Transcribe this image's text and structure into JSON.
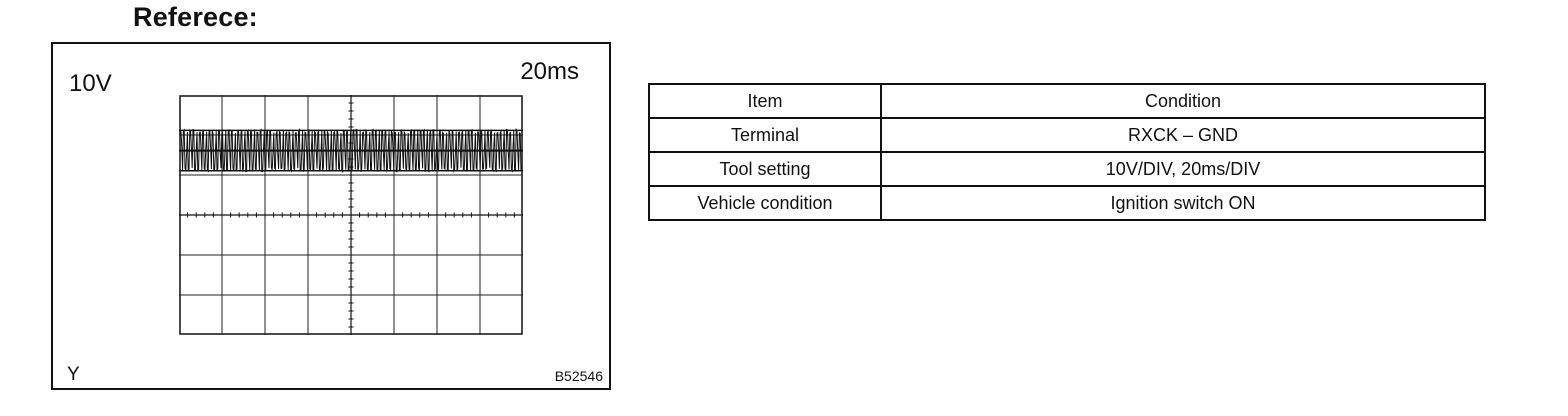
{
  "title": "Referece:",
  "scope": {
    "voltage_label": "10V",
    "time_label": "20ms",
    "channel_label": "Y",
    "figure_code": "B52546"
  },
  "table": {
    "header": {
      "item": "Item",
      "condition": "Condition"
    },
    "rows": [
      {
        "item": "Terminal",
        "condition": "RXCK – GND"
      },
      {
        "item": "Tool setting",
        "condition": "10V/DIV, 20ms/DIV"
      },
      {
        "item": "Vehicle condition",
        "condition": "Ignition switch ON"
      }
    ]
  }
}
